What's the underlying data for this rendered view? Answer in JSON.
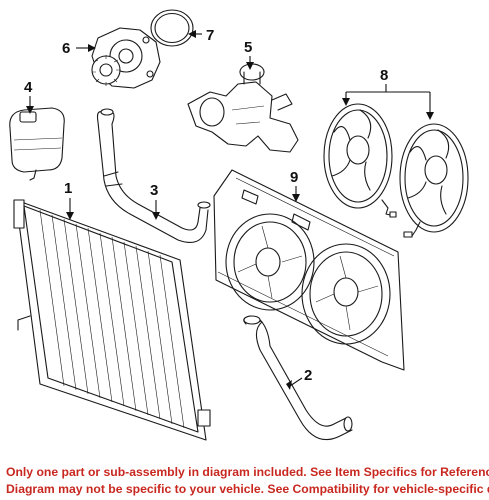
{
  "callouts": [
    {
      "num": "1",
      "part": "radiator"
    },
    {
      "num": "2",
      "part": "lower-radiator-hose"
    },
    {
      "num": "3",
      "part": "upper-radiator-hose"
    },
    {
      "num": "4",
      "part": "coolant-reservoir"
    },
    {
      "num": "5",
      "part": "thermostat-housing"
    },
    {
      "num": "6",
      "part": "water-pump"
    },
    {
      "num": "7",
      "part": "pump-gasket"
    },
    {
      "num": "8",
      "part": "fan-motors"
    },
    {
      "num": "9",
      "part": "fan-shroud"
    }
  ],
  "disclaimer": {
    "line1": "Only one part or sub-assembly in diagram included. See Item Specifics for Reference #.",
    "line2": "Diagram may not be specific to your vehicle. See Compatibility for vehicle-specific diagrams."
  },
  "colors": {
    "disclaimer_text": "#c8281f",
    "line_art": "#1a1a1a",
    "background": "#ffffff"
  }
}
